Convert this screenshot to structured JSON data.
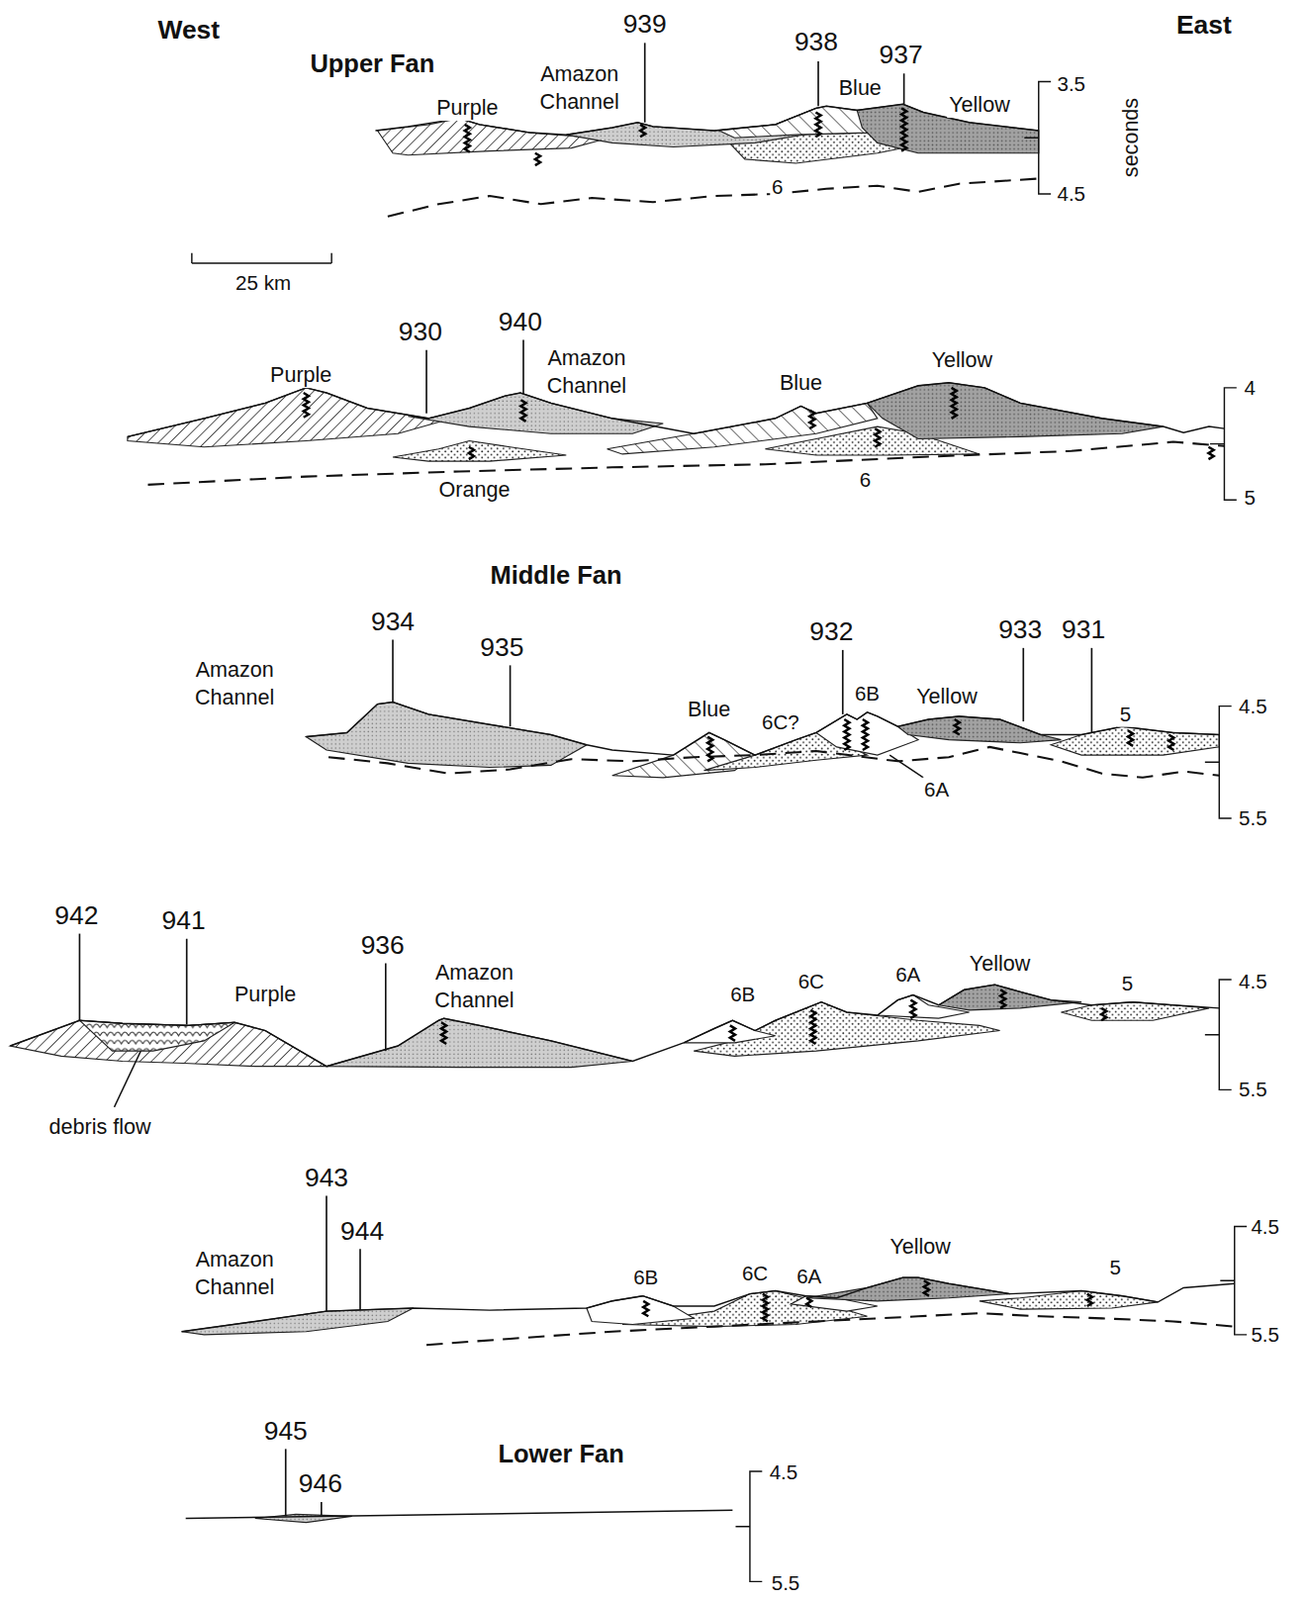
{
  "diagram": {
    "labels": [
      "West",
      "East",
      "Upper Fan",
      "939",
      "938",
      "937",
      "Amazon Channel",
      "Purple",
      "Blue",
      "Yellow",
      "3.5",
      "seconds",
      "4.5",
      "6",
      "25 km",
      "930",
      "940",
      "Purple",
      "Amazon Channel",
      "Blue",
      "Yellow",
      "4",
      "Orange",
      "6",
      "5",
      "Middle Fan",
      "934",
      "935",
      "932",
      "933",
      "931",
      "Amazon Channel",
      "Blue",
      "6C?",
      "6B",
      "Yellow",
      "5",
      "4.5",
      "6A",
      "5.5",
      "942",
      "941",
      "936",
      "Purple",
      "Amazon Channel",
      "6B",
      "6C",
      "6A",
      "Yellow",
      "5",
      "4.5",
      "5.5",
      "debris flow",
      "943",
      "944",
      "Amazon Channel",
      "6B",
      "6C",
      "6A",
      "Yellow",
      "5",
      "4.5",
      "5.5",
      "945",
      "946",
      "Lower Fan",
      "4.5",
      "5.5"
    ]
  }
}
